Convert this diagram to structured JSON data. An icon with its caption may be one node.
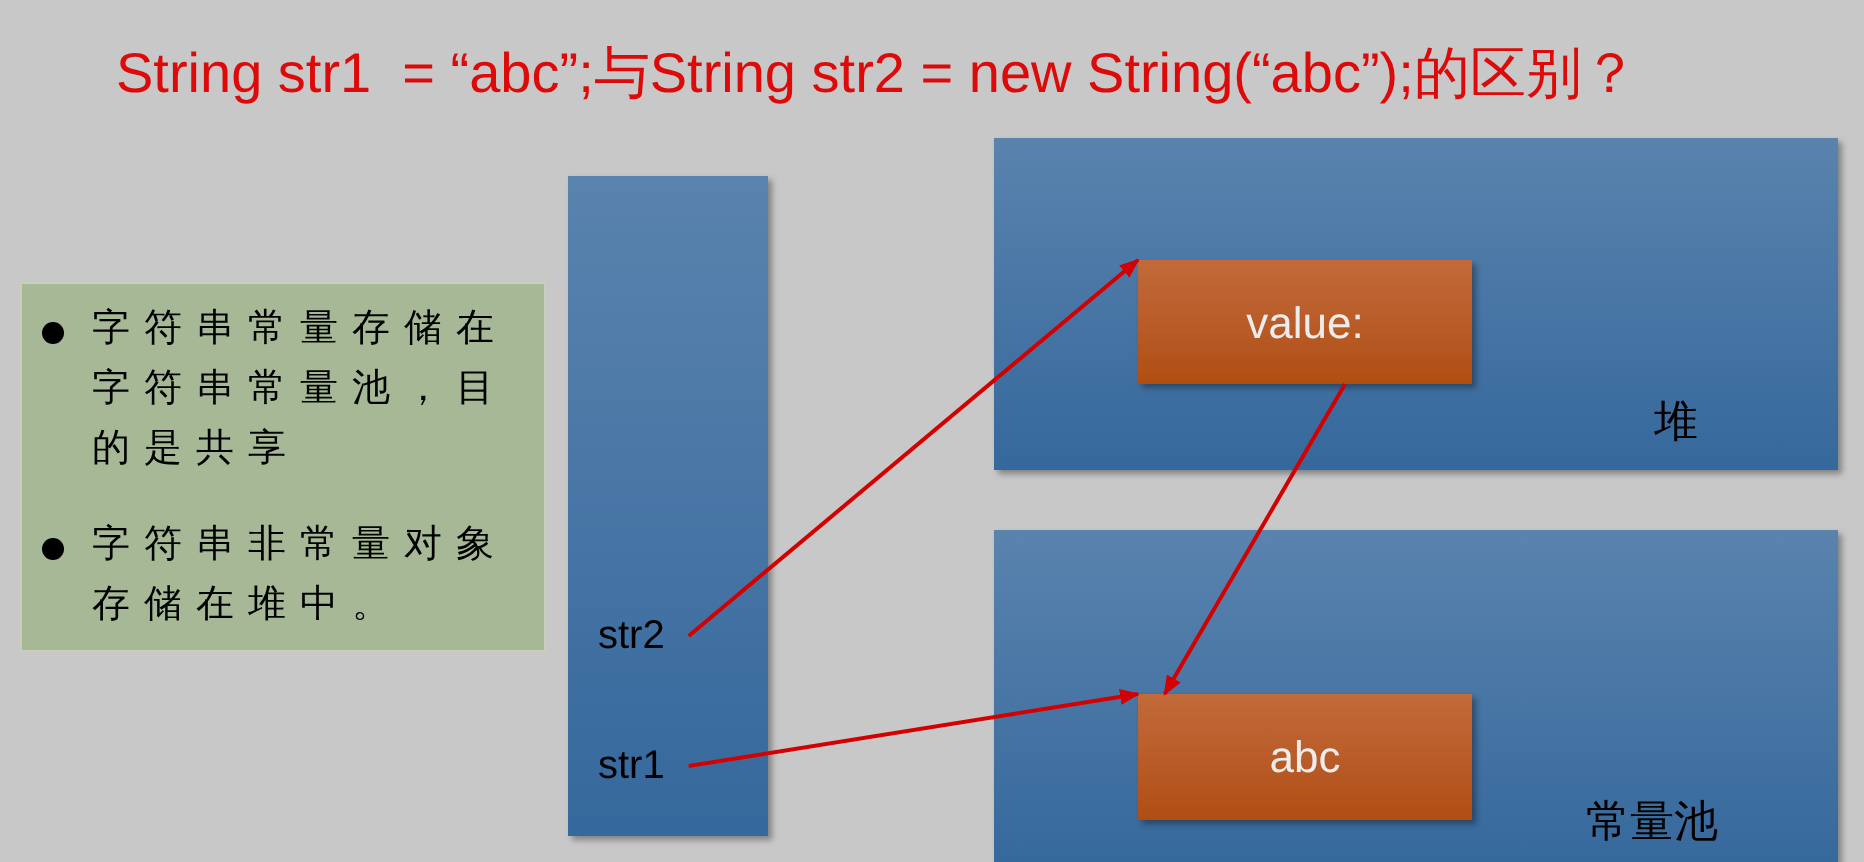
{
  "diagram": {
    "title": "String str1  = “abc”;与String str2 = new String(“abc”);的区别？",
    "nodes": [
      {
        "text": [
          "字符串常量存储在字符串常量池，目的是共享",
          "字符串非常量对象存储在堆中。"
        ]
      },
      {
        "text": [],
        "shape": "box"
      },
      {
        "text": [
          "str2"
        ],
        "in": 1
      },
      {
        "text": [
          "str1"
        ],
        "in": 1
      },
      {
        "text": [
          "堆"
        ]
      },
      {
        "text": [
          "value:"
        ],
        "in": 4
      },
      {
        "text": [
          "常量池"
        ]
      },
      {
        "text": [
          "abc"
        ],
        "in": 6
      }
    ],
    "edges": [
      {
        "from": 2,
        "to": 5,
        "arrow": "to"
      },
      {
        "from": 3,
        "to": 7,
        "arrow": "to"
      },
      {
        "from": 5,
        "to": 7,
        "arrow": "to"
      }
    ]
  }
}
